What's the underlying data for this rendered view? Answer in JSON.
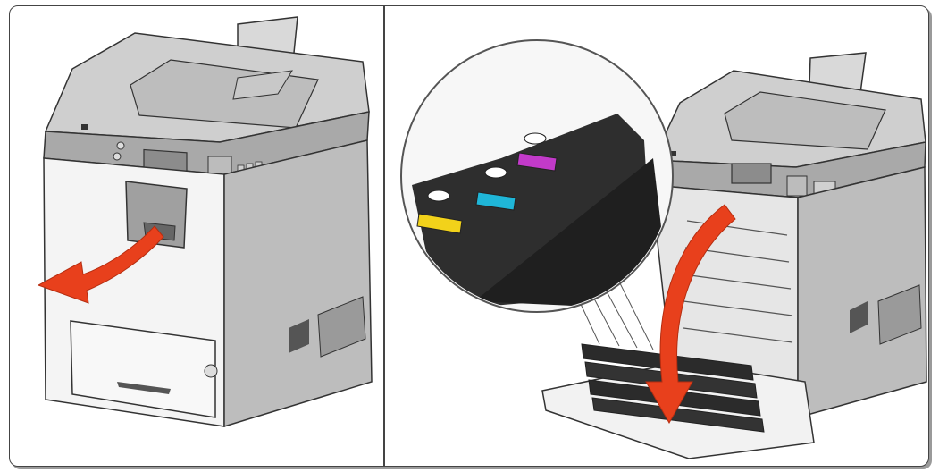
{
  "figure": {
    "panels": [
      {
        "id": "step-1",
        "action": "pull-front-door-release-handle",
        "arrow_color": "#e8401c"
      },
      {
        "id": "step-2",
        "action": "lower-front-door",
        "arrow_color": "#e8401c"
      }
    ],
    "callout": {
      "cartridges": [
        {
          "color": "#f2d21a"
        },
        {
          "color": "#1fb6d8"
        },
        {
          "color": "#c23ac9"
        }
      ]
    },
    "colors": {
      "printer_body": "#f2f2f2",
      "printer_top": "#cfcfcf",
      "printer_dark": "#8a8a8a",
      "outline": "#333333",
      "arrow": "#e8401c"
    }
  }
}
